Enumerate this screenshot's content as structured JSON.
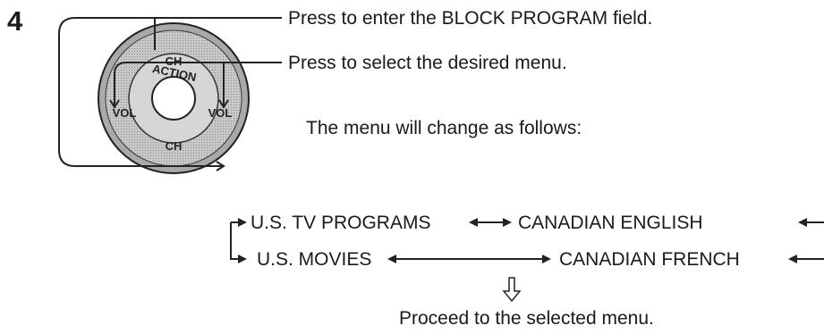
{
  "step_number": "4",
  "instructions": {
    "ch_press": "Press to enter the BLOCK PROGRAM field.",
    "vol_press": "Press to select the desired menu.",
    "menu_change": "The menu will change as follows:",
    "proceed": "Proceed to the selected menu."
  },
  "remote": {
    "ch_top": "CH",
    "ch_bottom": "CH",
    "vol_left": "VOL",
    "vol_right": "VOL",
    "action_label": "ACTION"
  },
  "menu_cycle": {
    "row1_left": "U.S. TV PROGRAMS",
    "row1_right": "CANADIAN ENGLISH",
    "row2_left": "U.S. MOVIES",
    "row2_right": "CANADIAN FRENCH"
  },
  "colors": {
    "text": "#1a1a1a",
    "ring_outer": "#bcbcbc",
    "ring_inner": "#cfcfcf"
  },
  "icons": [
    "action-dial-icon",
    "down-outline-arrow-icon"
  ]
}
